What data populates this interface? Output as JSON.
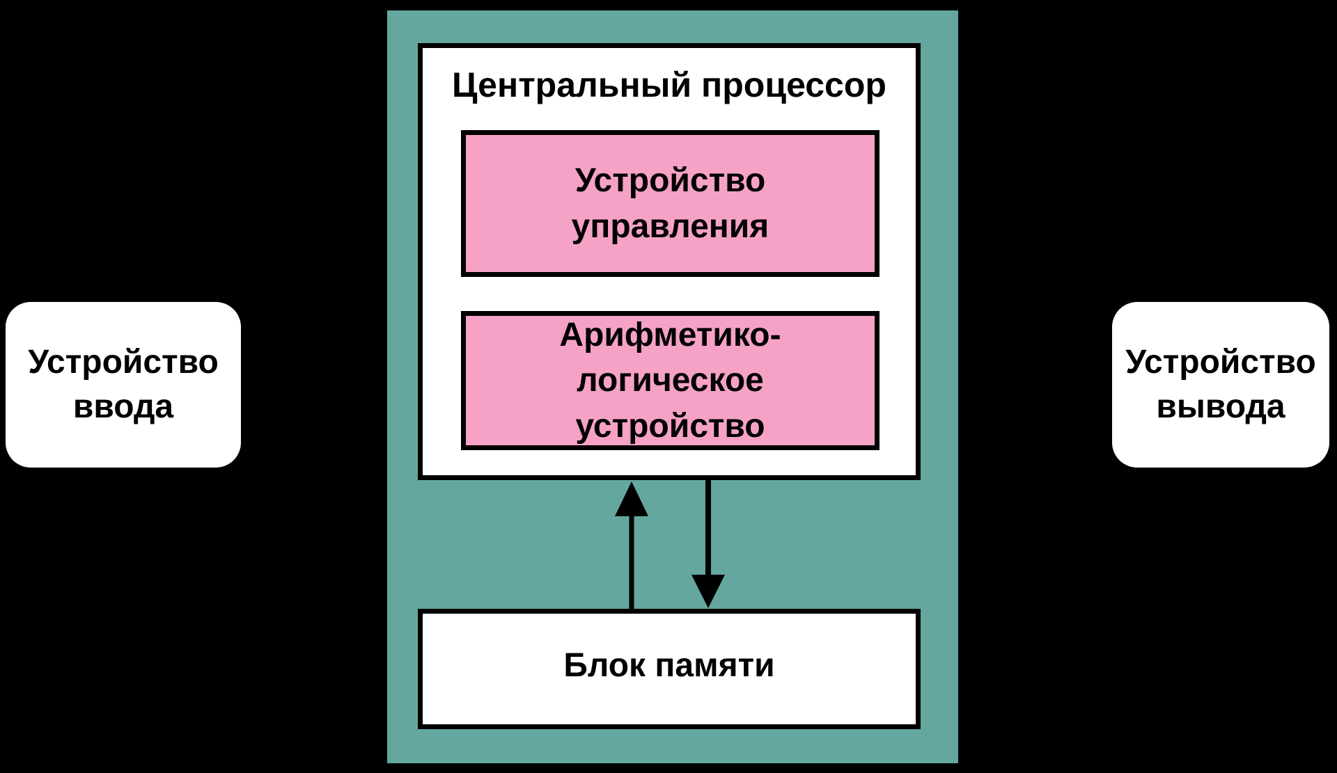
{
  "colors": {
    "background": "#000000",
    "panel_teal": "#64A79F",
    "box_pink": "#F5A2C6",
    "box_white": "#FFFFFF",
    "line_black": "#000000",
    "text_black": "#000000"
  },
  "diagram": {
    "input_device": {
      "label": "Устройство ввода",
      "lines": [
        "Устройство",
        "ввода"
      ]
    },
    "output_device": {
      "label": "Устройство вывода",
      "lines": [
        "Устройство",
        "вывода"
      ]
    },
    "cpu": {
      "title": "Центральный процессор",
      "control_unit": {
        "label": "Устройство управления",
        "lines": [
          "Устройство",
          "управления"
        ]
      },
      "alu": {
        "label": "Арифметико-логическое устройство",
        "lines": [
          "Арифметико-",
          "логическое",
          "устройство"
        ]
      }
    },
    "memory": {
      "label": "Блок памяти"
    },
    "arrows": {
      "up": "memory-to-cpu",
      "down": "cpu-to-memory"
    }
  }
}
